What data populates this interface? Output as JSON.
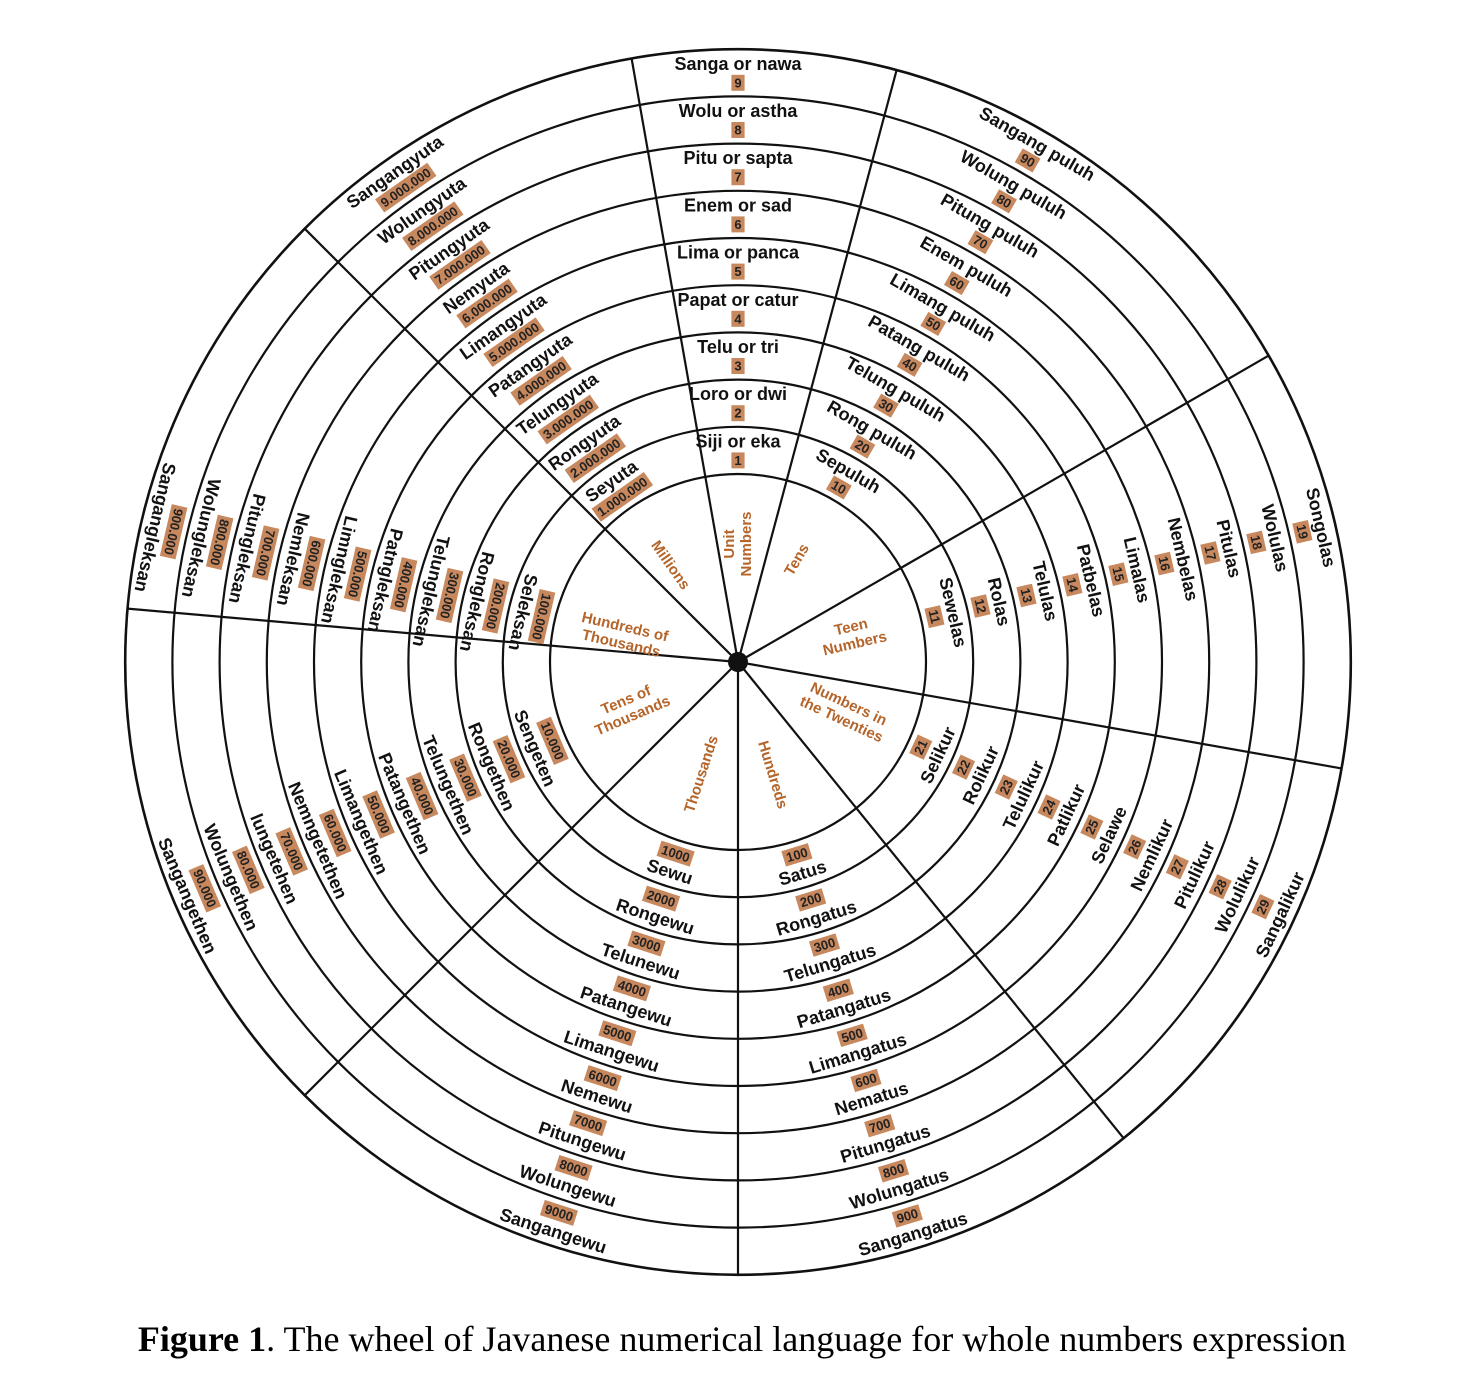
{
  "colors": {
    "line": "#111111",
    "accent": "#c8885e",
    "category_text": "#b5652a"
  },
  "categories": [
    "Unit Numbers",
    "Tens",
    "Teen Numbers",
    "Numbers in the Twenties",
    "Hundreds",
    "Thousands",
    "Tens of Thousands",
    "Hundreds of Thousands",
    "Millions"
  ],
  "sectors": [
    {
      "name": "Unit Numbers",
      "entries": [
        {
          "word": "Siji or eka",
          "number": "1"
        },
        {
          "word": "Loro or dwi",
          "number": "2"
        },
        {
          "word": "Telu or tri",
          "number": "3"
        },
        {
          "word": "Papat or catur",
          "number": "4"
        },
        {
          "word": "Lima or panca",
          "number": "5"
        },
        {
          "word": "Enem or sad",
          "number": "6"
        },
        {
          "word": "Pitu or sapta",
          "number": "7"
        },
        {
          "word": "Wolu or astha",
          "number": "8"
        },
        {
          "word": "Sanga or nawa",
          "number": "9"
        }
      ]
    },
    {
      "name": "Tens",
      "entries": [
        {
          "word": "Sepuluh",
          "number": "10"
        },
        {
          "word": "Rong puluh",
          "number": "20"
        },
        {
          "word": "Telung puluh",
          "number": "30"
        },
        {
          "word": "Patang puluh",
          "number": "40"
        },
        {
          "word": "Limang puluh",
          "number": "50"
        },
        {
          "word": "Enem puluh",
          "number": "60"
        },
        {
          "word": "Pitung puluh",
          "number": "70"
        },
        {
          "word": "Wolung puluh",
          "number": "80"
        },
        {
          "word": "Sangang puluh",
          "number": "90"
        }
      ]
    },
    {
      "name": "Teen Numbers",
      "entries": [
        {
          "word": "Sewelas",
          "number": "11"
        },
        {
          "word": "Rolas",
          "number": "12"
        },
        {
          "word": "Telulas",
          "number": "13"
        },
        {
          "word": "Patbelas",
          "number": "14"
        },
        {
          "word": "Limalas",
          "number": "15"
        },
        {
          "word": "Nembelas",
          "number": "16"
        },
        {
          "word": "Pitulas",
          "number": "17"
        },
        {
          "word": "Wolulas",
          "number": "18"
        },
        {
          "word": "Songolas",
          "number": "19"
        }
      ]
    },
    {
      "name": "Numbers in the Twenties",
      "entries": [
        {
          "word": "Selikur",
          "number": "21"
        },
        {
          "word": "Rolikur",
          "number": "22"
        },
        {
          "word": "Telulikur",
          "number": "23"
        },
        {
          "word": "Patlikur",
          "number": "24"
        },
        {
          "word": "Selawe",
          "number": "25"
        },
        {
          "word": "Nemlikur",
          "number": "26"
        },
        {
          "word": "Pitulikur",
          "number": "27"
        },
        {
          "word": "Wolulikur",
          "number": "28"
        },
        {
          "word": "Sangalikur",
          "number": "29"
        }
      ]
    },
    {
      "name": "Hundreds",
      "entries": [
        {
          "word": "Satus",
          "number": "100"
        },
        {
          "word": "Rongatus",
          "number": "200"
        },
        {
          "word": "Telungatus",
          "number": "300"
        },
        {
          "word": "Patangatus",
          "number": "400"
        },
        {
          "word": "Limangatus",
          "number": "500"
        },
        {
          "word": "Nematus",
          "number": "600"
        },
        {
          "word": "Pitungatus",
          "number": "700"
        },
        {
          "word": "Wolungatus",
          "number": "800"
        },
        {
          "word": "Sangangatus",
          "number": "900"
        }
      ]
    },
    {
      "name": "Thousands",
      "entries": [
        {
          "word": "Sewu",
          "number": "1000"
        },
        {
          "word": "Rongewu",
          "number": "2000"
        },
        {
          "word": "Telunewu",
          "number": "3000"
        },
        {
          "word": "Patangewu",
          "number": "4000"
        },
        {
          "word": "Limangewu",
          "number": "5000"
        },
        {
          "word": "Nemewu",
          "number": "6000"
        },
        {
          "word": "Pitungewu",
          "number": "7000"
        },
        {
          "word": "Wolungewu",
          "number": "8000"
        },
        {
          "word": "Sangangewu",
          "number": "9000"
        }
      ]
    },
    {
      "name": "Tens of Thousands",
      "entries": [
        {
          "word": "Sengeten",
          "number": "10.000"
        },
        {
          "word": "Rongethen",
          "number": "20.000"
        },
        {
          "word": "Telungethen",
          "number": "30.000"
        },
        {
          "word": "Patangethen",
          "number": "40.000"
        },
        {
          "word": "Limangethen",
          "number": "50.000"
        },
        {
          "word": "Nemngetethen",
          "number": "60.000"
        },
        {
          "word": "lungetehen",
          "number": "70.000"
        },
        {
          "word": "Wolungethen",
          "number": "80.000"
        },
        {
          "word": "Sangangethen",
          "number": "90.000"
        }
      ]
    },
    {
      "name": "Hundreds of Thousands",
      "entries": [
        {
          "word": "Seleksan",
          "number": "100.000"
        },
        {
          "word": "Rongleksan",
          "number": "200.000"
        },
        {
          "word": "Telungleksan",
          "number": "300.000"
        },
        {
          "word": "Patngleksan",
          "number": "400.000"
        },
        {
          "word": "Limngleksan",
          "number": "500.000"
        },
        {
          "word": "Nemleksan",
          "number": "600.000"
        },
        {
          "word": "Pitungleksan",
          "number": "700.000"
        },
        {
          "word": "Wolungleksan",
          "number": "800.000"
        },
        {
          "word": "Sangangleksan",
          "number": "900.000"
        }
      ]
    },
    {
      "name": "Millions",
      "entries": [
        {
          "word": "Seyuta",
          "number": "1.000.000"
        },
        {
          "word": "Rongyuta",
          "number": "2.000.000"
        },
        {
          "word": "Telungyuta",
          "number": "3.000.000"
        },
        {
          "word": "Patangyuta",
          "number": "4.000.000"
        },
        {
          "word": "Limangyuta",
          "number": "5.000.000"
        },
        {
          "word": "Nemyuta",
          "number": "6.000.000"
        },
        {
          "word": "Pitungyuta",
          "number": "7.000.000"
        },
        {
          "word": "Wolungyuta",
          "number": "8.000.000"
        },
        {
          "word": "Sangangyuta",
          "number": "9.000.000"
        }
      ]
    }
  ],
  "caption": {
    "label": "Figure 1",
    "text": ". The wheel of Javanese numerical language for whole numbers expression"
  }
}
